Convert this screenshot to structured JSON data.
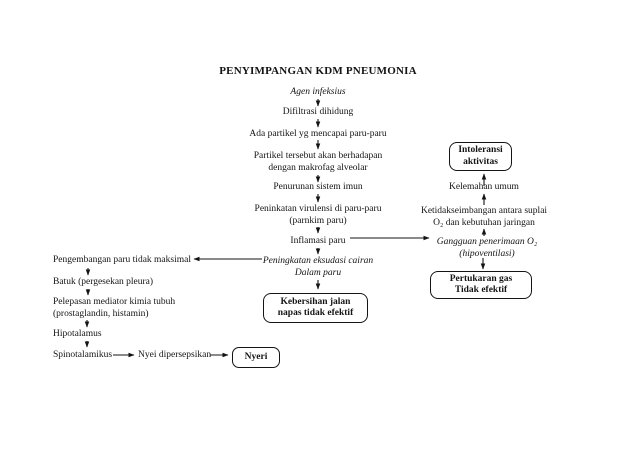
{
  "title": "PENYIMPANGAN KDM PNEUMONIA",
  "colors": {
    "ink": "#141414",
    "background": "#ffffff"
  },
  "center_flow": {
    "agen_infeksius": "Agen infeksius",
    "difiltrasi": "Difiltrasi dihidung",
    "ada_partikel": "Ada partikel yg mencapai paru-paru",
    "berhadapan_l1": "Partikel tersebut akan berhadapan",
    "berhadapan_l2": "dengan makrofag alveolar",
    "penurunan_imun": "Penurunan sistem imun",
    "virulensi_l1": "Peninkatan virulensi di paru-paru",
    "virulensi_l2": "(parnkim paru)",
    "inflamasi": "Inflamasi paru",
    "eksudasi_l1": "Peningkatan eksudasi cairan",
    "eksudasi_l2": "Dalam paru",
    "kebersihan_box_l1": "Kebersihan jalan",
    "kebersihan_box_l2": "napas tidak efektif"
  },
  "left_flow": {
    "pengembangan": "Pengembangan paru tidak maksimal",
    "batuk": "Batuk (pergesekan pleura)",
    "pelepasan_l1": "Pelepasan mediator kimia tubuh",
    "pelepasan_l2": "(prostaglandin, histamin)",
    "hipotalamus": "Hipotalamus",
    "spinotalamikus": "Spinotalamikus",
    "nyeri_dipersepsikan": "Nyei dipersepsikan",
    "nyeri_box": "Nyeri"
  },
  "right_flow": {
    "intoleransi_box_l1": "Intoleransi",
    "intoleransi_box_l2": "aktivitas",
    "kelemahan": "Kelemahan umum",
    "ketidakseimbangan_l1": "Ketidakseimbangan antara suplai",
    "ketidakseimbangan_l2": "O₂ dan kebutuhan jaringan",
    "gangguan_l1": "Gangguan penerimaan O₂",
    "gangguan_l2": "(hipoventilasi)",
    "pertukaran_box_l1": "Pertukaran gas",
    "pertukaran_box_l2": "Tidak efektif"
  }
}
